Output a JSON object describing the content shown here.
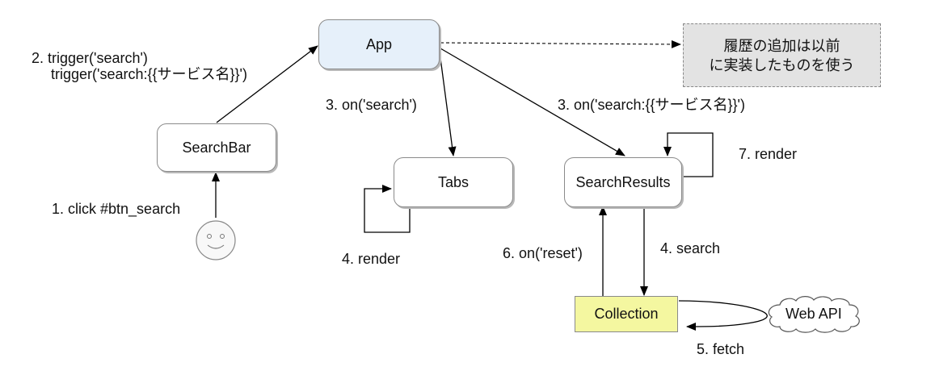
{
  "nodes": {
    "app": "App",
    "searchbar": "SearchBar",
    "tabs": "Tabs",
    "searchresults": "SearchResults",
    "collection": "Collection",
    "webapi": "Web API",
    "note_line1": "履歴の追加は以前",
    "note_line2": "に実装したものを使う"
  },
  "labels": {
    "step1": "1. click #btn_search",
    "step2_line1": "2. trigger('search')",
    "step2_line2": "trigger('search:{{サービス名}}')",
    "step3a": "3. on('search')",
    "step3b": "3. on('search:{{サービス名}}')",
    "step4a": "4. render",
    "step4b": "4. search",
    "step5": "5. fetch",
    "step6": "6. on('reset')",
    "step7": "7. render"
  },
  "colors": {
    "app_fill": "#e6f0fa",
    "collection_fill": "#f4f7a0",
    "note_fill": "#e3e3e3"
  },
  "icons": {
    "user": "smiley-face-icon",
    "webapi": "cloud-icon"
  }
}
